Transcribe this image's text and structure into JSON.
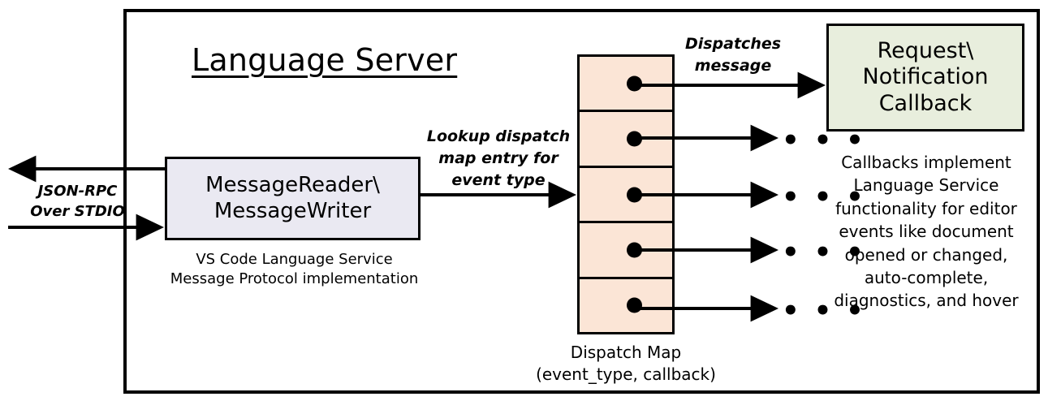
{
  "diagram": {
    "title": "Language Server",
    "container_label": "Language Server"
  },
  "colors": {
    "message_box_fill": "#eae9f2",
    "dispatch_cell_fill": "#fbe5d6",
    "callback_box_fill": "#e8eedd",
    "stroke": "#000000",
    "background": "#ffffff"
  },
  "transport": {
    "label_line1": "JSON-RPC",
    "label_line2": "Over STDIO",
    "outbound_arrow_name": "outbound-jsonrpc-arrow",
    "inbound_arrow_name": "inbound-jsonrpc-arrow"
  },
  "message_node": {
    "line1": "MessageReader\\",
    "line2": "MessageWriter",
    "caption_line1": "VS Code Language Service",
    "caption_line2": "Message Protocol implementation"
  },
  "lookup_edge": {
    "line1": "Lookup dispatch",
    "line2": "map entry for",
    "line3": "event type"
  },
  "dispatch_map": {
    "caption_line1": "Dispatch Map",
    "caption_line2": "(event_type, callback)",
    "rows": [
      {
        "index": 1,
        "dot": "callback-dot"
      },
      {
        "index": 2,
        "dot": "callback-dot"
      },
      {
        "index": 3,
        "dot": "callback-dot"
      },
      {
        "index": 4,
        "dot": "callback-dot"
      },
      {
        "index": 5,
        "dot": "callback-dot"
      }
    ],
    "row_count": 5
  },
  "dispatch_edge": {
    "line1": "Dispatches",
    "line2": "message"
  },
  "callback_node": {
    "line1": "Request\\",
    "line2": "Notification",
    "line3": "Callback",
    "caption": "Callbacks implement Language Service functionality for editor events like document opened or changed, auto-complete, diagnostics, and hover",
    "caption_lines": [
      "Callbacks implement",
      "Language Service",
      "functionality for editor",
      "events like document",
      "opened or changed,",
      "auto-complete,",
      "diagnostics, and hover"
    ]
  },
  "ellipses": {
    "glyph": "• • •",
    "count": 4
  }
}
